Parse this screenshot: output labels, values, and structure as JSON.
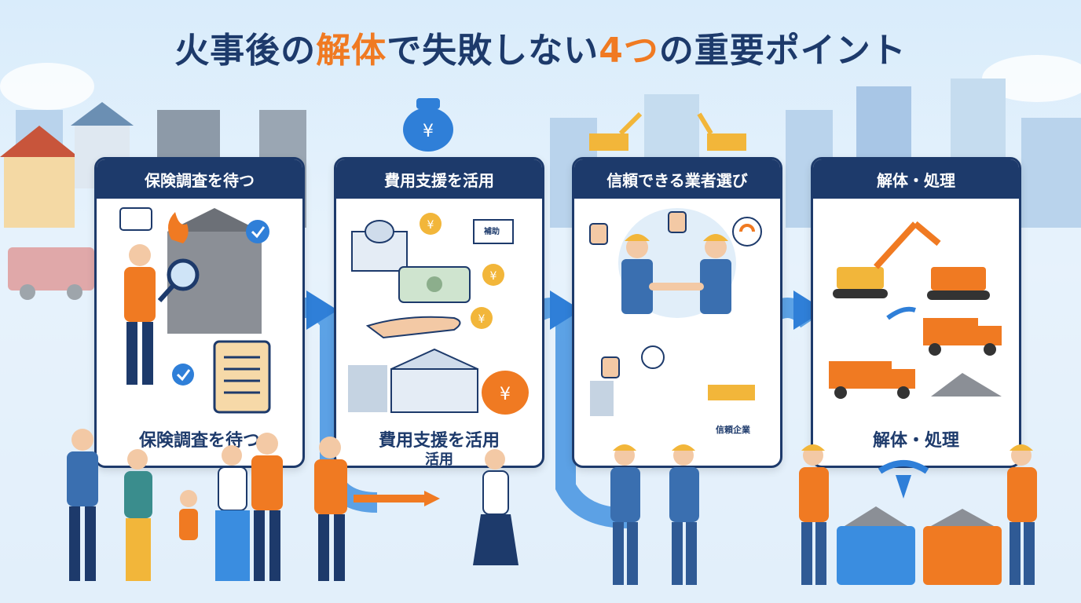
{
  "title": {
    "part1": "火事後の",
    "highlight1": "解体",
    "part2": "で失敗しない",
    "highlight2": "4つ",
    "part3": "の重要ポイント"
  },
  "steps": [
    {
      "heading": "保険調査を待つ",
      "caption": "保険調査を待つ",
      "sub": ""
    },
    {
      "heading": "費用支援を活用",
      "caption": "費用支援を活用",
      "sub": "活用"
    },
    {
      "heading": "信頼できる業者選び",
      "caption": "",
      "sub": ""
    },
    {
      "heading": "解体・処理",
      "caption": "解体・処理",
      "sub": ""
    }
  ],
  "signs": {
    "subsidy_board": "補助",
    "company_logo": "信頼企業"
  },
  "colors": {
    "navy": "#1d3a6b",
    "orange": "#f07a22",
    "blue": "#2f7fd8",
    "sky": "#d9ecfb"
  },
  "icons": [
    "yen-bag-icon",
    "fire-icon",
    "magnifier-icon",
    "checkmark-icon",
    "clipboard-icon",
    "thumbs-up-icon",
    "handshake-icon",
    "yen-coin-icon",
    "excavator-icon",
    "dump-truck-icon",
    "recycle-bin-icon"
  ]
}
